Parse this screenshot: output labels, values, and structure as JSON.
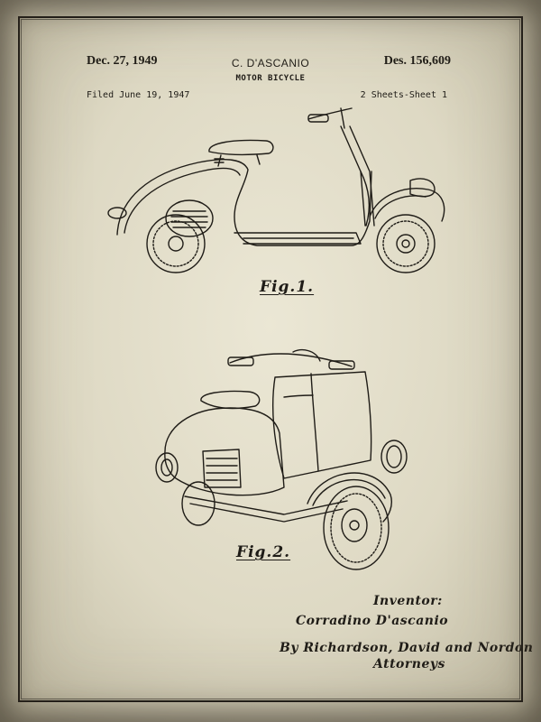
{
  "header": {
    "date": "Dec. 27, 1949",
    "inventor_name": "C. D'ASCANIO",
    "patent_number": "Des. 156,609",
    "title": "MOTOR BICYCLE",
    "filed": "Filed June 19, 1947",
    "sheets": "2 Sheets-Sheet 1"
  },
  "figures": {
    "fig1_label": "Fig.1.",
    "fig2_label": "Fig.2."
  },
  "signature": {
    "inventor_label": "Inventor:",
    "inventor_name": "Corradino D'ascanio",
    "by_line": "By Richardson, David and Nordon",
    "attorneys_label": "Attorneys"
  },
  "colors": {
    "paper": "#d9d4bd",
    "ink": "#1f1c17"
  }
}
